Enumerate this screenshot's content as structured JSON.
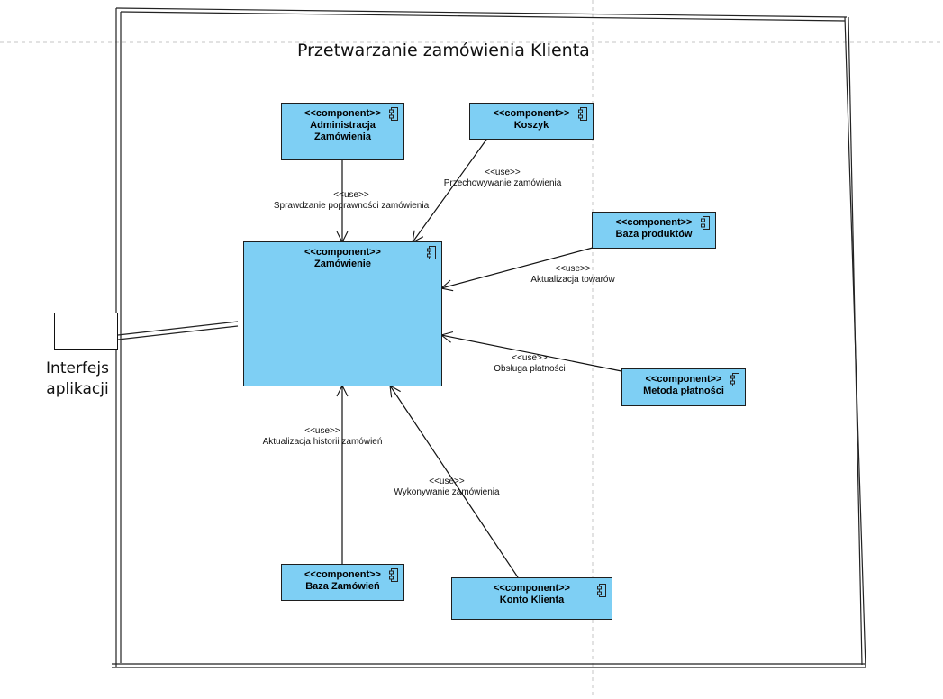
{
  "diagram": {
    "title": "Przetwarzanie zamówienia Klienta",
    "interface_label_line1": "Interfejs",
    "interface_label_line2": "aplikacji",
    "components": {
      "zamowienie": {
        "stereotype": "<<component>>",
        "name": "Zamówienie"
      },
      "administracja": {
        "stereotype": "<<component>>",
        "name": "Administracja\nZamówienia"
      },
      "koszyk": {
        "stereotype": "<<component>>",
        "name": "Koszyk"
      },
      "baza_produktow": {
        "stereotype": "<<component>>",
        "name": "Baza produktów"
      },
      "metoda_platnosci": {
        "stereotype": "<<component>>",
        "name": "Metoda płatności"
      },
      "baza_zamowien": {
        "stereotype": "<<component>>",
        "name": "Baza Zamówień"
      },
      "konto_klienta": {
        "stereotype": "<<component>>",
        "name": "Konto Klienta"
      }
    },
    "connections": {
      "administracja": {
        "stereotype": "<<use>>",
        "label": "Sprawdzanie poprawności zamówienia"
      },
      "koszyk": {
        "stereotype": "<<use>>",
        "label": "Przechowywanie zamówienia"
      },
      "baza_produktow": {
        "stereotype": "<<use>>",
        "label": "Aktualizacja towarów"
      },
      "metoda_platnosci": {
        "stereotype": "<<use>>",
        "label": "Obsługa płatności"
      },
      "baza_zamowien": {
        "stereotype": "<<use>>",
        "label": "Aktualizacja historii zamówień"
      },
      "konto_klienta": {
        "stereotype": "<<use>>",
        "label": "Wykonywanie zamówienia"
      }
    },
    "colors": {
      "component_fill": "#7ecff4",
      "border": "#1e1e1e"
    }
  }
}
